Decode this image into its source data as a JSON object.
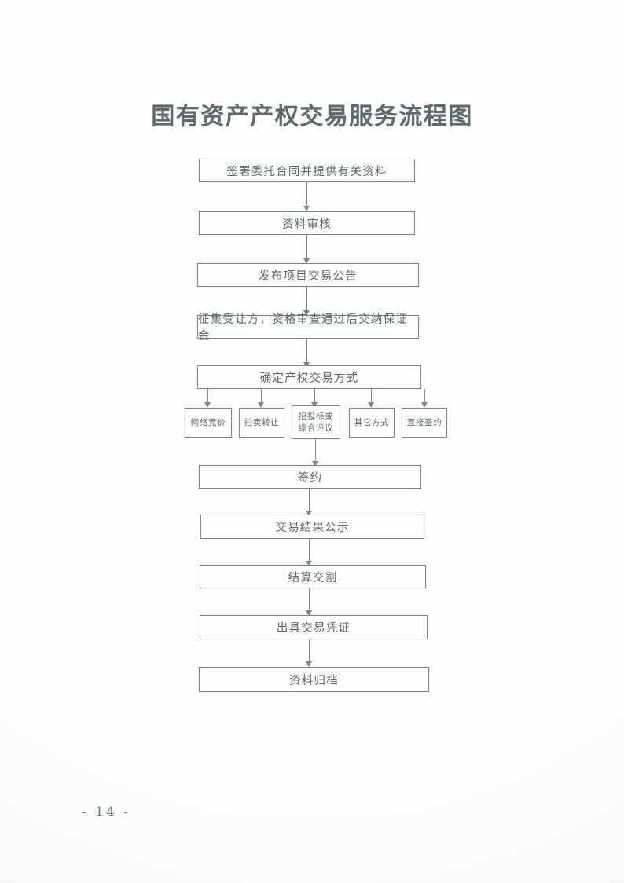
{
  "document": {
    "title": "国有资产产权交易服务流程图",
    "page_number": "- 14 -",
    "line_color": "#7d868b",
    "text_color": "#5d686b",
    "background": "#ffffff"
  },
  "chart_data": {
    "type": "diagram",
    "diagram_kind": "flowchart",
    "title": "国有资产产权交易服务流程图",
    "orientation": "top-to-bottom",
    "nodes": [
      {
        "id": "n1",
        "label": "签署委托合同并提供有关资料",
        "level": 1,
        "kind": "process"
      },
      {
        "id": "n2",
        "label": "资料审核",
        "level": 2,
        "kind": "process"
      },
      {
        "id": "n3",
        "label": "发布项目交易公告",
        "level": 3,
        "kind": "process"
      },
      {
        "id": "n4",
        "label": "征集受让方，资格审查通过后交纳保证金",
        "level": 4,
        "kind": "process"
      },
      {
        "id": "n5",
        "label": "确定产权交易方式",
        "level": 5,
        "kind": "process"
      },
      {
        "id": "m1",
        "label": "网络竞价",
        "level": 6,
        "kind": "option"
      },
      {
        "id": "m2",
        "label": "拍卖转让",
        "level": 6,
        "kind": "option"
      },
      {
        "id": "m3",
        "label": "招投标或综合评议",
        "label_line1": "招投标或",
        "label_line2": "综合评议",
        "level": 6,
        "kind": "option"
      },
      {
        "id": "m4",
        "label": "其它方式",
        "level": 6,
        "kind": "option"
      },
      {
        "id": "m5",
        "label": "直接签约",
        "level": 6,
        "kind": "option"
      },
      {
        "id": "n6",
        "label": "签约",
        "level": 7,
        "kind": "process"
      },
      {
        "id": "n7",
        "label": "交易结果公示",
        "level": 8,
        "kind": "process"
      },
      {
        "id": "n8",
        "label": "结算交割",
        "level": 9,
        "kind": "process"
      },
      {
        "id": "n9",
        "label": "出具交易凭证",
        "level": 10,
        "kind": "process"
      },
      {
        "id": "n10",
        "label": "资料归档",
        "level": 11,
        "kind": "process"
      }
    ],
    "edges": [
      {
        "from": "n1",
        "to": "n2"
      },
      {
        "from": "n2",
        "to": "n3"
      },
      {
        "from": "n3",
        "to": "n4"
      },
      {
        "from": "n4",
        "to": "n5"
      },
      {
        "from": "n5",
        "to": "m1"
      },
      {
        "from": "n5",
        "to": "m2"
      },
      {
        "from": "n5",
        "to": "m3"
      },
      {
        "from": "n5",
        "to": "m4"
      },
      {
        "from": "n5",
        "to": "m5"
      },
      {
        "from": "m3",
        "to": "n6"
      },
      {
        "from": "n6",
        "to": "n7"
      },
      {
        "from": "n7",
        "to": "n8"
      },
      {
        "from": "n8",
        "to": "n9"
      },
      {
        "from": "n9",
        "to": "n10"
      }
    ]
  },
  "flow": {
    "box1": "签署委托合同并提供有关资料",
    "box2": "资料审核",
    "box3": "发布项目交易公告",
    "box4": "征集受让方，资格审查通过后交纳保证金",
    "box5": "确定产权交易方式",
    "opt1": "网络竞价",
    "opt2": "拍卖转让",
    "opt3_line1": "招投标或",
    "opt3_line2": "综合评议",
    "opt4": "其它方式",
    "opt5": "直接签约",
    "box6": "签约",
    "box7": "交易结果公示",
    "box8": "结算交割",
    "box9": "出具交易凭证",
    "box10": "资料归档"
  }
}
